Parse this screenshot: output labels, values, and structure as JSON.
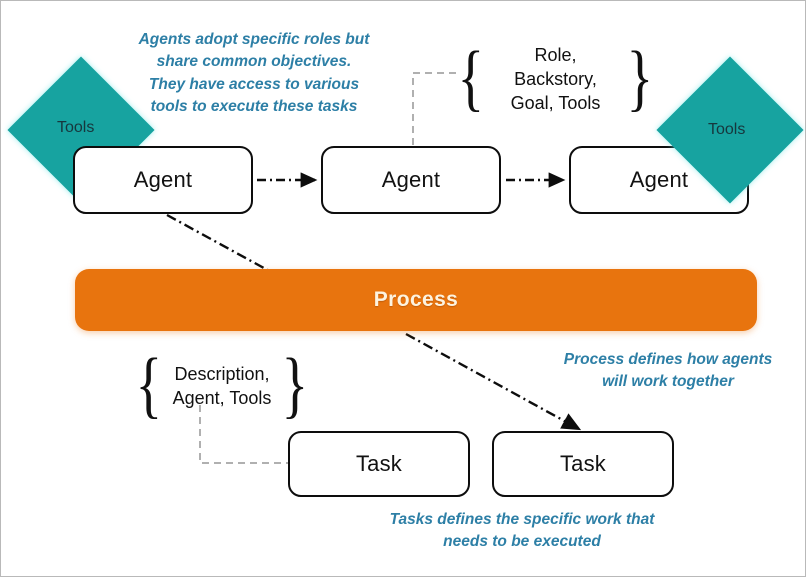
{
  "diagram": {
    "title": "CrewAI agents, process and tasks overview",
    "colors": {
      "teal": "#17a3a0",
      "orange": "#e8740e",
      "blue_note": "#2d7fa6",
      "box_border": "#0d0d0d",
      "process_text": "#fdf3df",
      "dashed_gray": "#b0b0b0",
      "frame": "#b9b9b9"
    },
    "agents": [
      {
        "label": "Agent"
      },
      {
        "label": "Agent"
      },
      {
        "label": "Agent"
      }
    ],
    "tools": [
      {
        "label": "Tools"
      },
      {
        "label": "Tools"
      }
    ],
    "process": {
      "label": "Process"
    },
    "tasks": [
      {
        "label": "Task"
      },
      {
        "label": "Task"
      }
    ],
    "braces": [
      {
        "id": "agent-attributes",
        "text": "Role, Backstory,\nGoal, Tools"
      },
      {
        "id": "task-attributes",
        "text": "Description,\nAgent, Tools"
      }
    ],
    "notes": [
      {
        "id": "agents-note",
        "text": "Agents adopt specific roles but\nshare common objectives.\nThey have access to various\ntools to execute these tasks"
      },
      {
        "id": "process-note",
        "text": "Process defines how agents\nwill work together"
      },
      {
        "id": "tasks-note",
        "text": "Tasks defines the specific work that\nneeds to be executed"
      }
    ]
  }
}
